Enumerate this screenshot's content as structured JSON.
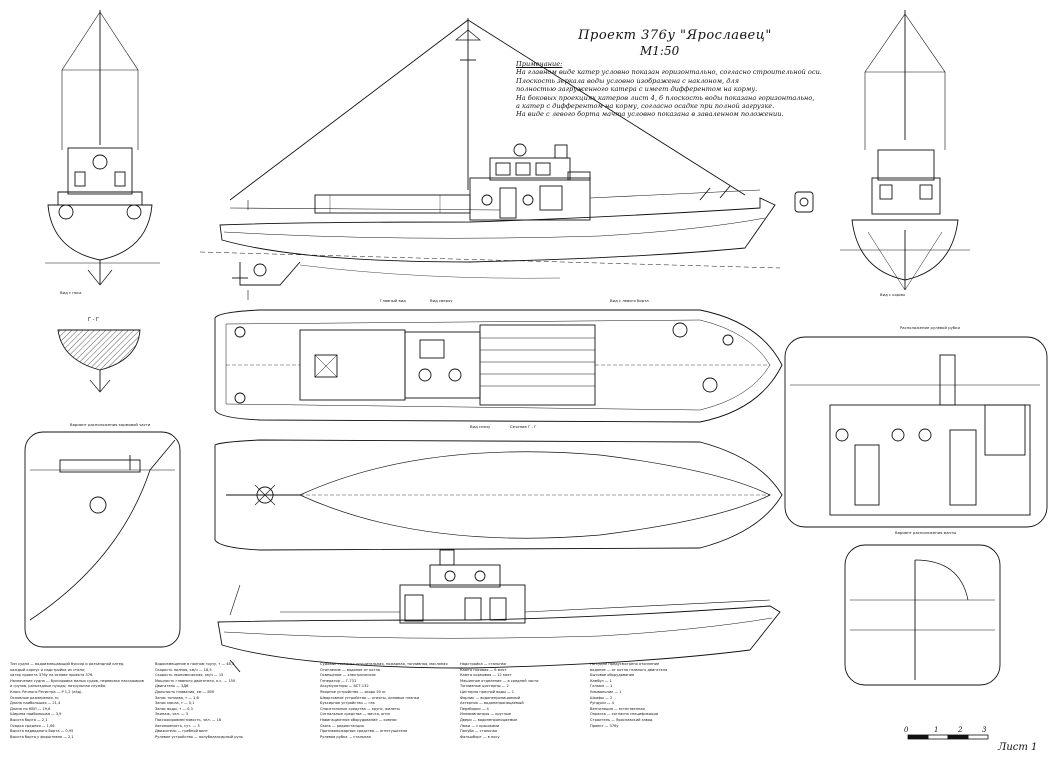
{
  "header": {
    "title": "Проект 376у \"Ярославец\"",
    "scale": "М1:50"
  },
  "notes": {
    "heading": "Примечание:",
    "lines": [
      "На главном виде катер условно показан горизонтально, согласно строительной оси.",
      "Плоскость зеркала воды условно изображена с наклоном, для",
      "полностью загруженного катера с имеет дифферентом на корму.",
      "На боковых проекциях катеров лист 4, 6 плоскость воды показана горизонтально,",
      "а катер с дифферентом на корму, согласно осадке при полной загрузке.",
      "На виде с левого борта мачта условно показана в заваленном положении."
    ]
  },
  "section_label": "Г - Г",
  "footer": {
    "sheet": "Лист 1",
    "scale_bar_labels": [
      "0",
      "1",
      "2",
      "3"
    ]
  },
  "spec_columns": [
    {
      "lines": [
        "Тип судна — водоизмещающий буксир и разъездной катер,",
        "каждый корпус и надстройка из стали;",
        "катер проекта 376у на основе проекта 376.",
        "Назначение судна — буксировка малых судов, перевозка пассажиров",
        "и грузов, разъездные нужды, патрульная служба.",
        "Класс Речного Регистра — Р 1,2 (лёд).",
        "Основные размерения, м:",
        "Длина наибольшая — 21,4",
        "Длина по КВЛ — 19,6",
        "Ширина наибольшая — 3,9",
        "Высота борта — 2,1",
        "Осадка средняя — 1,06",
        "Высота надводного борта — 0,95",
        "Высота борта у форштевня — 2,1"
      ]
    },
    {
      "lines": [
        "Водоизмещение в полном грузу, т — 48,5",
        "Скорость полная, км/ч — 18,5",
        "Скорость экономическая, км/ч — 15",
        "Мощность главного двигателя, л.с. — 150",
        "Двигатель — 3Д6",
        "Дальность плавания, км — 800",
        "Запас топлива, т — 1,6",
        "Запас масла, т — 0,1",
        "Запас воды, т — 0,3",
        "Экипаж, чел. — 3",
        "Пассажировместимость, чел. — 18",
        "Автономность, сут. — 3",
        "Движитель — гребной винт",
        "Рулевое устройство — полубалансирный руль"
      ]
    },
    {
      "lines": [
        "Судовые системы: осушительная, пожарная, топливная, масляная",
        "Отопление — водяное от котла",
        "Освещение — электрическое",
        "Генератор — Г-731",
        "Аккумуляторы — 6СТ-132",
        "Якорное устройство — якорь 50 кг",
        "Швартовное устройство — кнехты, киповые планки",
        "Буксирное устройство — гак",
        "Спасательные средства — круги, жилеты",
        "Сигнальные средства — мачта, огни",
        "Навигационное оборудование — компас",
        "Связь — радиостанция",
        "Противопожарные средства — огнетушители",
        "Рулевая рубка — стальная"
      ]
    },
    {
      "lines": [
        "Надстройка — стальная",
        "Каюта носовая — 6 мест",
        "Каюта кормовая — 12 мест",
        "Машинное отделение — в средней части",
        "Топливные цистерны — 2",
        "Цистерна пресной воды — 1",
        "Форпик — водонепроницаемый",
        "Ахтерпик — водонепроницаемый",
        "Переборки — 4",
        "Иллюминаторы — круглые",
        "Двери — водонепроницаемые",
        "Люки — с крышками",
        "Палуба — стальная",
        "Фальшборт — в носу"
      ]
    },
    {
      "lines": [
        "На судне предусмотрено отопление",
        "водяное — от котла главного двигателя",
        "Бытовое оборудование",
        "Камбуз — 1",
        "Гальюн — 1",
        "Умывальник — 1",
        "Шкафы — 2",
        "Рундуки — 4",
        "Вентиляция — естественная",
        "Окраска — согласно спецификации",
        "Строитель — Ярославский завод",
        "Проект — 376у"
      ]
    }
  ],
  "view_captions": [
    "Главный вид",
    "Вид сверху",
    "Вид снизу",
    "Вид с левого борта",
    "Вид с носа",
    "Вид с кормы",
    "Сечение Г - Г",
    "Расположение рулевой рубки",
    "Вариант расположения кормовой части",
    "Вариант расположения мачты"
  ],
  "colors": {
    "ink": "#111111",
    "paper": "#ffffff",
    "hatch": "#333333"
  }
}
